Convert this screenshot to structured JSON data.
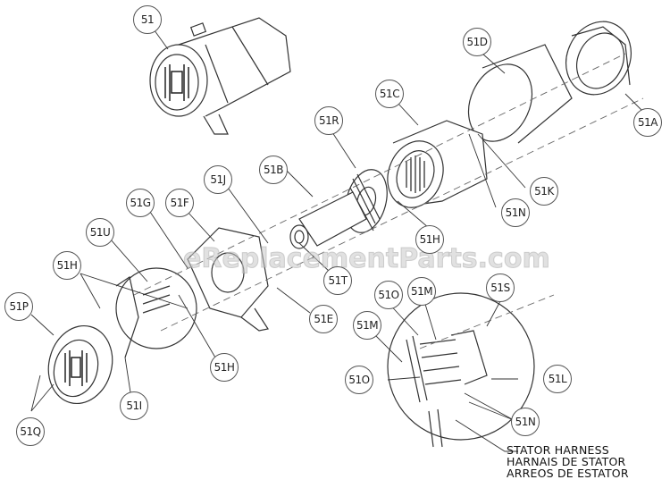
{
  "diagram": {
    "title": "Generator Alternator Exploded Parts Diagram",
    "watermark": "eReplacementParts.com",
    "harness_label": {
      "line1": "STATOR HARNESS",
      "line2": "HARNAIS DE STATOR",
      "line3": "ARREOS DE ESTATOR"
    },
    "callouts": [
      {
        "id": "51",
        "label": "51"
      },
      {
        "id": "51D",
        "label": "51D"
      },
      {
        "id": "51A",
        "label": "51A"
      },
      {
        "id": "51C",
        "label": "51C"
      },
      {
        "id": "51R",
        "label": "51R"
      },
      {
        "id": "51K",
        "label": "51K"
      },
      {
        "id": "51N-top",
        "label": "51N"
      },
      {
        "id": "51B",
        "label": "51B"
      },
      {
        "id": "51H-top",
        "label": "51H"
      },
      {
        "id": "51J",
        "label": "51J"
      },
      {
        "id": "51F",
        "label": "51F"
      },
      {
        "id": "51G",
        "label": "51G"
      },
      {
        "id": "51U",
        "label": "51U"
      },
      {
        "id": "51H-left",
        "label": "51H"
      },
      {
        "id": "51T",
        "label": "51T"
      },
      {
        "id": "51E",
        "label": "51E"
      },
      {
        "id": "51P",
        "label": "51P"
      },
      {
        "id": "51H-bottom",
        "label": "51H"
      },
      {
        "id": "51I",
        "label": "51I"
      },
      {
        "id": "51Q",
        "label": "51Q"
      },
      {
        "id": "51O-top",
        "label": "51O"
      },
      {
        "id": "51M-top",
        "label": "51M"
      },
      {
        "id": "51S",
        "label": "51S"
      },
      {
        "id": "51M-left",
        "label": "51M"
      },
      {
        "id": "51O-left",
        "label": "51O"
      },
      {
        "id": "51L",
        "label": "51L"
      },
      {
        "id": "51N-bottom",
        "label": "51N"
      }
    ]
  }
}
